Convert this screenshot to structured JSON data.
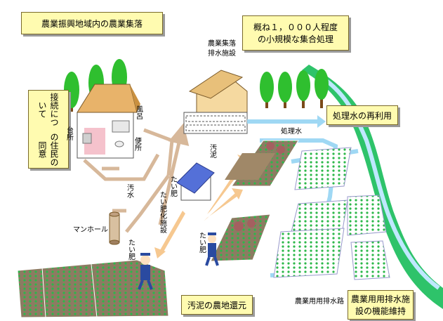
{
  "title_box": "農業振興地域内の農業集落",
  "scale_box": [
    "概ね１，０００人程度",
    "の小規模な集合処理"
  ],
  "consent_box": [
    "接続について",
    "の住民の同意"
  ],
  "reuse_box": "処理水の再利用",
  "sludge_box": "汚泥の農地還元",
  "facility_box": [
    "農業用用排水施",
    "設の機能維持"
  ],
  "plant_label": [
    "農業集落",
    "排水施設"
  ],
  "labels": {
    "treated_water": "処理水",
    "sludge": "汚泥",
    "sewage": "汚水",
    "manhole": "マンホール",
    "channel": "農業用用排水路",
    "kitchen": "台所",
    "bath": "風呂",
    "toilet": "便所",
    "compost_1": "たい肥",
    "compost_2": "たい肥",
    "compost_3": "たい肥",
    "compost_facility": "たい肥化施設"
  },
  "colors": {
    "box_fill": "#fffbb0",
    "sewage_arrow": "#d7b89a",
    "compost_arrow": "#f6c890",
    "water_arrow": "#9fd8f4",
    "river": "#2ec36a",
    "river_channel": "#bfe8ff",
    "field": "#9c8a70",
    "crops": "#2db84a",
    "trees": "#2fbf2f"
  }
}
